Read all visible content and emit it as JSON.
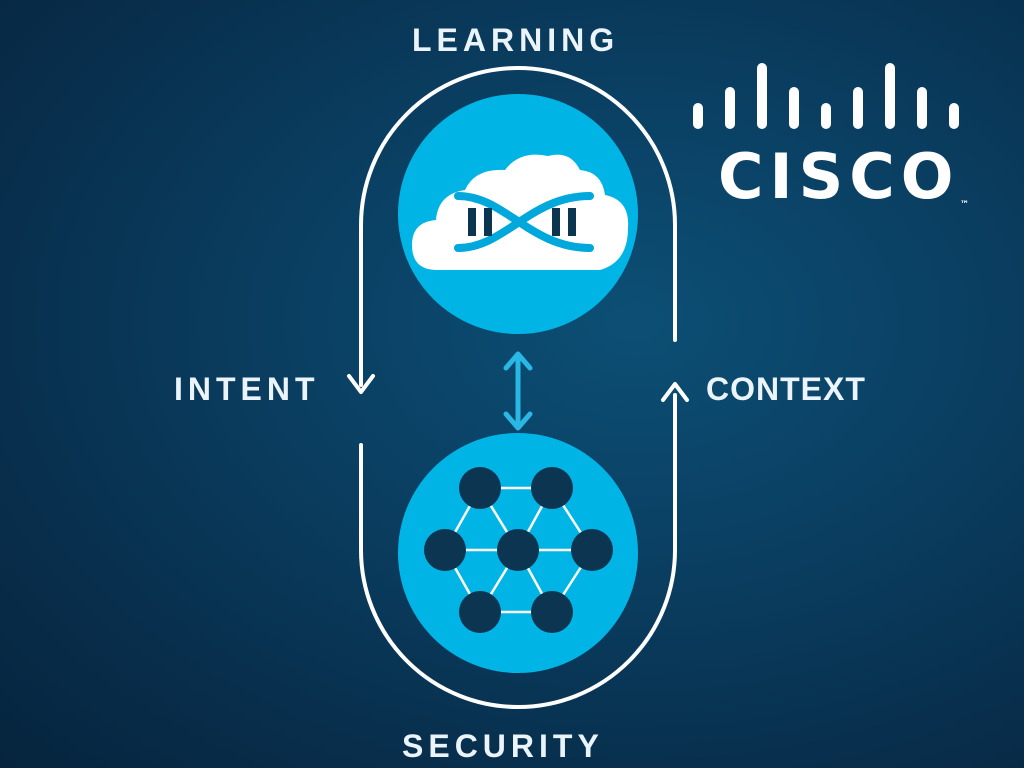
{
  "labels": {
    "learning": "LEARNING",
    "intent": "INTENT",
    "context": "CONTEXT",
    "security": "SECURITY"
  },
  "logo": {
    "wordmark": "CISCO",
    "trademark": "™"
  },
  "icons": {
    "top_circle": "cloud-dna-icon",
    "bottom_circle": "hexagon-network-icon",
    "connector": "double-arrow-icon"
  },
  "colors": {
    "background": "#0a3f62",
    "circle_fill": "#00b5e6",
    "node_fill": "#0b3550",
    "text": "#eaf4fa",
    "loop_line": "#ffffff"
  }
}
